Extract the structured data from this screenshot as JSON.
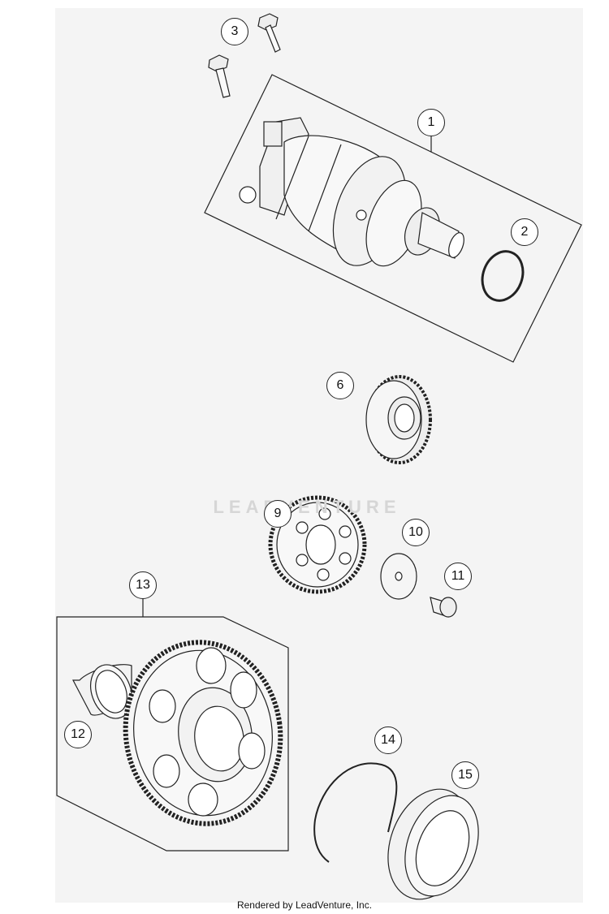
{
  "callouts": [
    {
      "id": "1",
      "label": "1"
    },
    {
      "id": "2",
      "label": "2"
    },
    {
      "id": "3",
      "label": "3"
    },
    {
      "id": "6",
      "label": "6"
    },
    {
      "id": "9",
      "label": "9"
    },
    {
      "id": "10",
      "label": "10"
    },
    {
      "id": "11",
      "label": "11"
    },
    {
      "id": "12",
      "label": "12"
    },
    {
      "id": "13",
      "label": "13"
    },
    {
      "id": "14",
      "label": "14"
    },
    {
      "id": "15",
      "label": "15"
    }
  ],
  "watermark": {
    "text": "LEADVENTURE"
  },
  "footer": {
    "credit": "Rendered by LeadVenture, Inc."
  }
}
